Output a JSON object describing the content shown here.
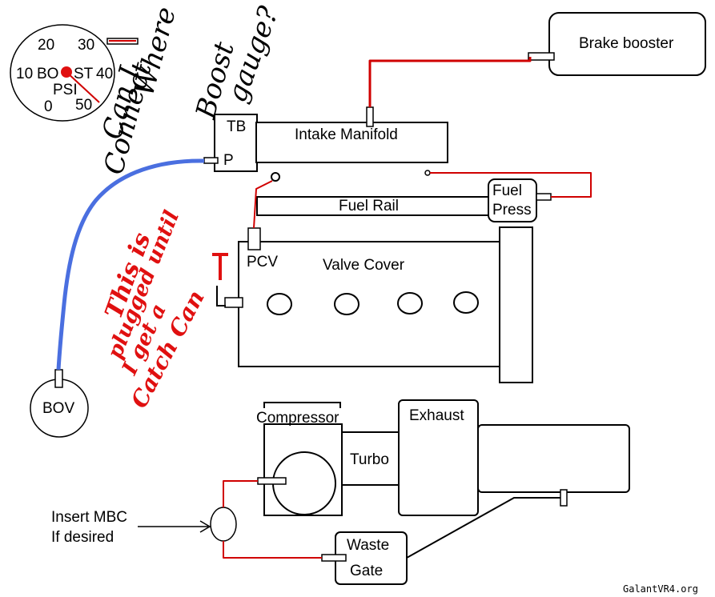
{
  "gauge": {
    "word_part1": "BO",
    "word_part2": "ST",
    "unit": "PSI",
    "ticks": {
      "t0": "0",
      "t10": "10",
      "t20": "20",
      "t30": "30",
      "t40": "40",
      "t50": "50"
    }
  },
  "question": {
    "line1": "Where",
    "line2": "Can I",
    "line3": "Boost",
    "line4": "Connect",
    "line5": "gauge?"
  },
  "throttle_body": {
    "label": "TB",
    "port": "P"
  },
  "intake": {
    "label": "Intake Manifold"
  },
  "brake_booster": {
    "label": "Brake booster"
  },
  "fuel_rail": {
    "label": "Fuel Rail"
  },
  "fuel_press": {
    "line1": "Fuel",
    "line2": "Press"
  },
  "pcv": {
    "label": "PCV"
  },
  "valve_cover": {
    "label": "Valve Cover"
  },
  "plug_note": {
    "line1": "This is",
    "line2": "plugged until",
    "line3": "I get a",
    "line4": "Catch Can"
  },
  "bov": {
    "label": "BOV"
  },
  "turbo": {
    "compressor": "Compressor",
    "exhaust": "Exhaust",
    "center": "Turbo"
  },
  "wastegate": {
    "line1": "Waste",
    "line2": "Gate"
  },
  "mbc_note": {
    "line1": "Insert MBC",
    "line2": "If desired"
  },
  "watermark": "GalantVR4.org",
  "colors": {
    "vacuum_line": "#d00000",
    "bov_line": "#4a6fe0",
    "ink": "#000000"
  }
}
